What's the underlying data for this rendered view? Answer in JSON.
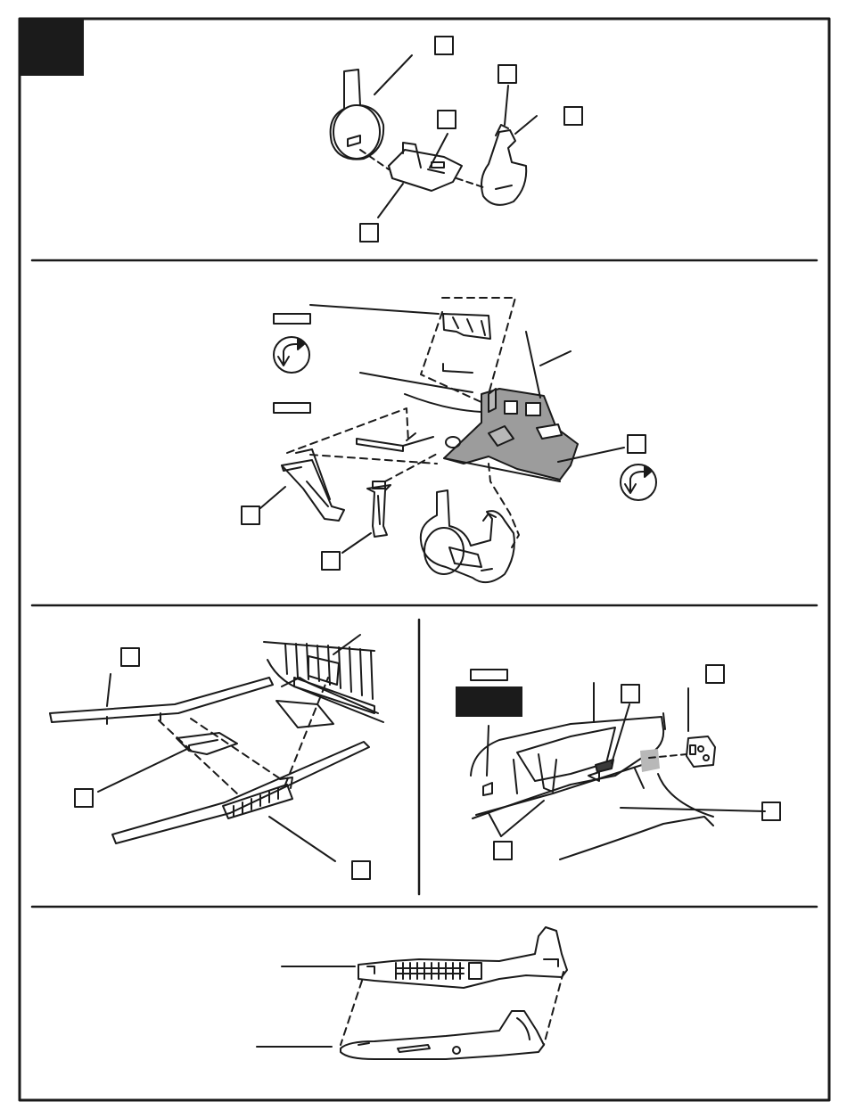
{
  "sheet": {
    "kind": "model kit assembly instructions",
    "step_marker": {
      "text": "",
      "color": "#1b1b1b"
    },
    "colors": {
      "ink": "#1a1a1a",
      "paint_fill": "#9c9c9c",
      "paint_fill_light": "#b8b8b8",
      "paper": "#ffffff"
    }
  },
  "panels": [
    {
      "id": "seat-assembly",
      "callouts": 5,
      "labels_visible": false
    },
    {
      "id": "cockpit-assembly",
      "callouts": 3,
      "paint_chips": 2,
      "rotation_icons": 2
    },
    {
      "id": "floor-assembly",
      "callouts": 3
    },
    {
      "id": "fuselage-wall-assembly",
      "callouts": 4,
      "paint_chips": 1
    },
    {
      "id": "fuselage-halves-join",
      "callouts": 0
    }
  ]
}
